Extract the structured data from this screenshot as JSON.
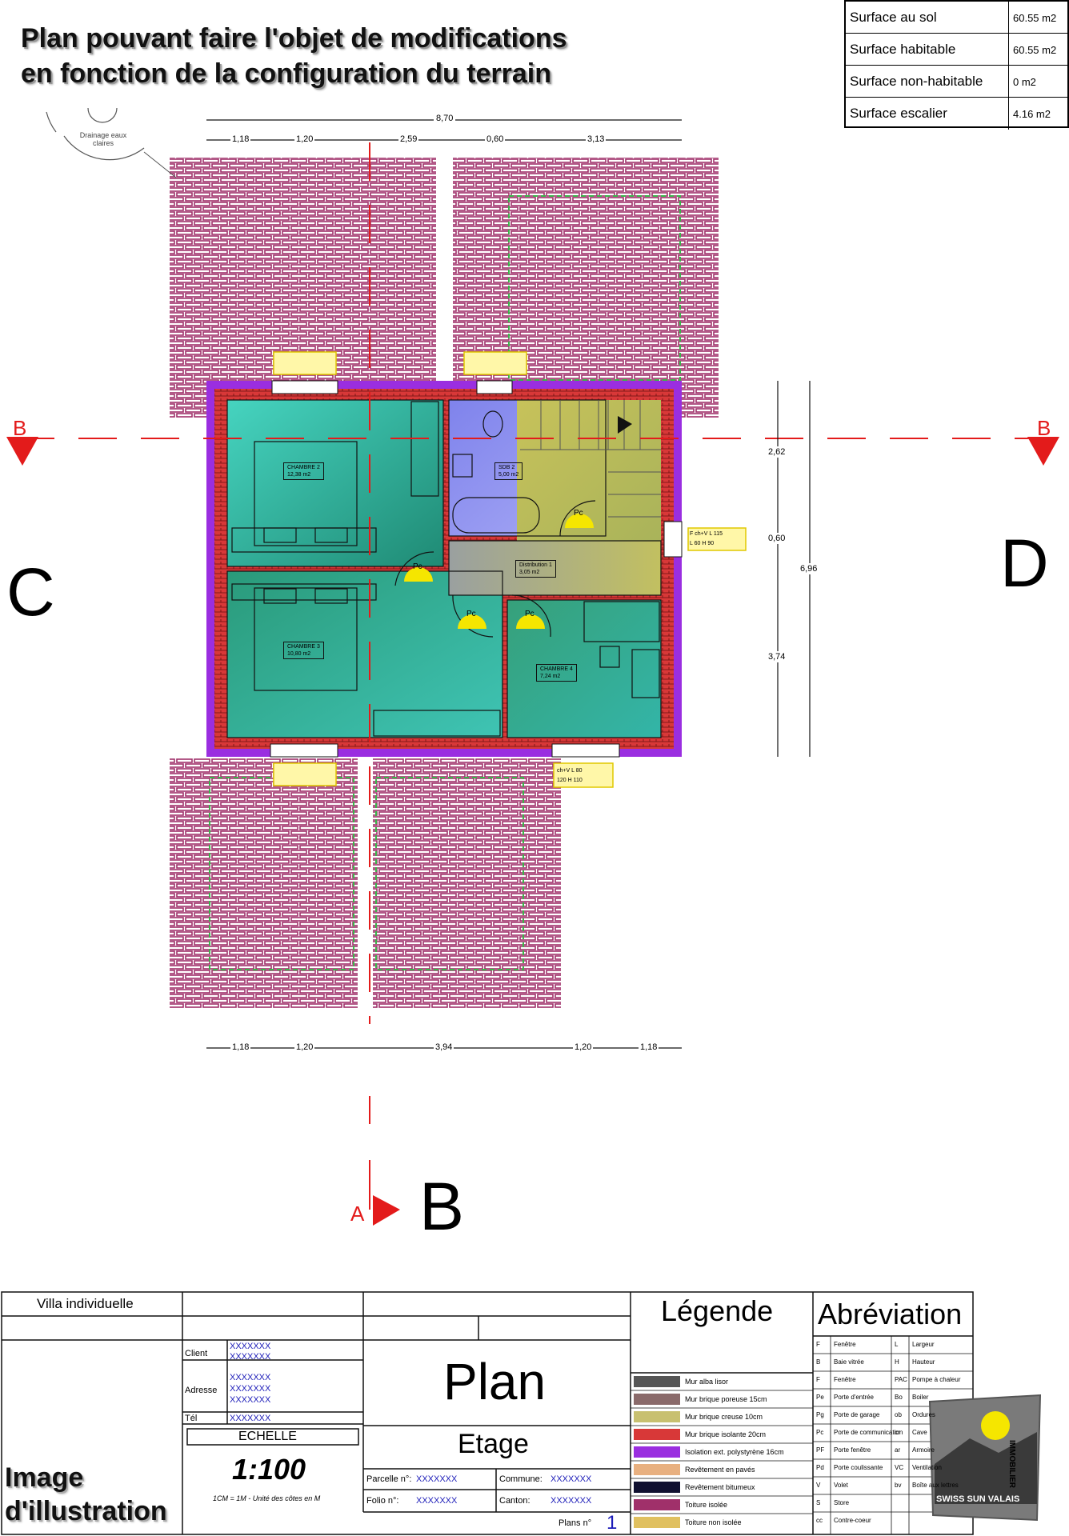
{
  "notice": {
    "line1": "Plan pouvant faire l'objet de modifications",
    "line2": "en fonction de la configuration du terrain"
  },
  "surfaces": [
    {
      "label": "Surface au sol",
      "value": "60.55 m2"
    },
    {
      "label": "Surface habitable",
      "value": "60.55 m2"
    },
    {
      "label": "Surface non-habitable",
      "value": "0 m2"
    },
    {
      "label": "Surface escalier",
      "value": "4.16 m2"
    }
  ],
  "drainage_label": "Drainage eaux claires",
  "dimensions": {
    "top_total": "8,70",
    "top": [
      "1,18",
      "1,20",
      "2,59",
      "0,60",
      "3,13"
    ],
    "bottom": [
      "1,18",
      "1,20",
      "3,94",
      "1,20",
      "1,18"
    ],
    "right": [
      "2,62",
      "0,60",
      "3,74"
    ],
    "right_total": "6,96"
  },
  "section_marks": {
    "b_left": "B",
    "b_right": "B",
    "a_mark": "A"
  },
  "facades": {
    "left": "C",
    "right": "D",
    "bottom": "B"
  },
  "rooms": [
    {
      "name": "CHAMBRE 2",
      "area": "12,38 m2"
    },
    {
      "name": "CHAMBRE 3",
      "area": "10,80 m2"
    },
    {
      "name": "SDB 2",
      "area": "5,00 m2"
    },
    {
      "name": "Distribution 1",
      "area": "3,05 m2"
    },
    {
      "name": "CHAMBRE 4",
      "area": "7,24 m2"
    }
  ],
  "door_tag": "Pc",
  "window_tags": {
    "right": [
      "F ch+V",
      "L 115",
      "L 60",
      "H 90"
    ],
    "bottom": [
      "ch+V",
      "L 80",
      "120",
      "H 110"
    ]
  },
  "overlay": {
    "line1": "Image",
    "line2": "d'illustration"
  },
  "title_block": {
    "project": "Villa individuelle",
    "client_label": "Client",
    "client_values": [
      "XXXXXXX",
      "XXXXXXX"
    ],
    "address_label": "Adresse",
    "address_values": [
      "XXXXXXX",
      "XXXXXXX",
      "XXXXXXX"
    ],
    "tel_label": "Tél",
    "tel_value": "XXXXXXX",
    "scale_label": "ECHELLE",
    "scale_value": "1:100",
    "scale_note": "1CM = 1M - Unité des côtes en M",
    "plan_title": "Plan",
    "plan_subtitle": "Etage",
    "parcelle_label": "Parcelle n°:",
    "parcelle_value": "XXXXXXX",
    "commune_label": "Commune:",
    "commune_value": "XXXXXXX",
    "folio_label": "Folio n°:",
    "folio_value": "XXXXXXX",
    "canton_label": "Canton:",
    "canton_value": "XXXXXXX",
    "plans_label": "Plans n°",
    "plans_value": "1"
  },
  "legend": {
    "title": "Légende",
    "items": [
      {
        "label": "Mur alba lisor",
        "color": "#555555"
      },
      {
        "label": "Mur brique poreuse 15cm",
        "color": "#8a6a6a"
      },
      {
        "label": "Mur brique creuse 10cm",
        "color": "#c8c070"
      },
      {
        "label": "Mur brique isolante 20cm",
        "color": "#d83838"
      },
      {
        "label": "Isolation ext. polystyrène 16cm",
        "color": "#9a2ee0"
      },
      {
        "label": "Revêtement en pavés",
        "color": "#e8b080"
      },
      {
        "label": "Revêtement bitumeux",
        "color": "#101030"
      },
      {
        "label": "Toiture isolée",
        "color": "#a0306a"
      },
      {
        "label": "Toiture non isolée",
        "color": "#e0c060"
      }
    ]
  },
  "abbreviation": {
    "title": "Abréviation",
    "rows": [
      [
        "F",
        "Fenêtre",
        "L",
        "Largeur"
      ],
      [
        "B",
        "Baie vitrée",
        "H",
        "Hauteur"
      ],
      [
        "F",
        "Fenêtre",
        "PAC",
        "Pompe à chaleur"
      ],
      [
        "Pe",
        "Porte d'entrée",
        "Bo",
        "Boiler"
      ],
      [
        "Pg",
        "Porte de garage",
        "ob",
        "Ordures"
      ],
      [
        "Pc",
        "Porte de communication",
        "cr",
        "Cave"
      ],
      [
        "PF",
        "Porte fenêtre",
        "ar",
        "Armoire"
      ],
      [
        "Pd",
        "Porte coulissante",
        "VC",
        "Ventilation"
      ],
      [
        "V",
        "Volet",
        "bv",
        "Boîte aux lettres"
      ],
      [
        "S",
        "Store",
        "",
        ""
      ],
      [
        "cc",
        "Contre-coeur",
        "",
        ""
      ]
    ]
  },
  "logo": {
    "name": "SWISS SUN VALAIS",
    "side": "IMMOBILIER"
  },
  "colors": {
    "roof": "#a0306a",
    "wall_insulation": "#9a2ee0",
    "wall_brick": "#d83838",
    "section_line": "#e31b1b",
    "room_green": "#2fb59a",
    "bath_blue": "#8d8ff0",
    "stair_olive": "#b8b850",
    "tag_yellow": "#f5e600"
  }
}
